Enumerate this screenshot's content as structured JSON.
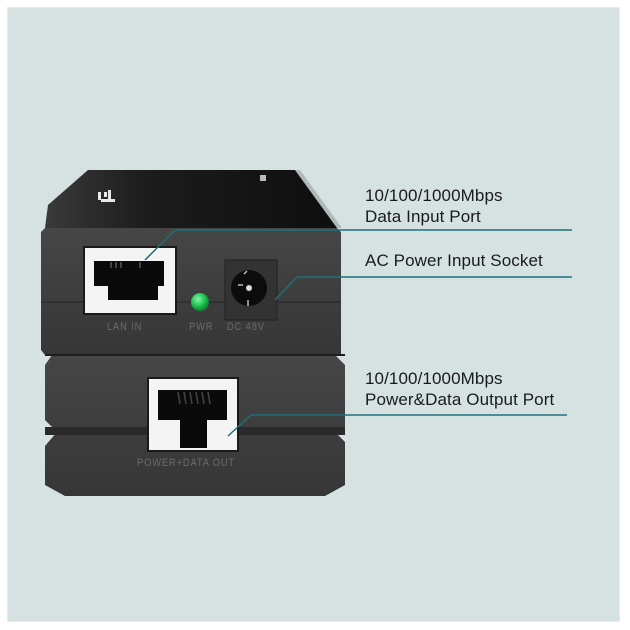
{
  "colors": {
    "background": "#d6e2e2",
    "border": "#ffffff",
    "device_top": "#141414",
    "device_front": "#3a3a3a",
    "callout_line": "#1f6f7a",
    "led_green": "#2ad35c",
    "text": "#1a1a1a",
    "silkscreen": "#6a6a6a"
  },
  "device": {
    "brand_logo": "tp-link-logo",
    "top_unit": {
      "ports": [
        {
          "silkscreen": "LAN  IN",
          "icon": "rj45-port-icon"
        },
        {
          "silkscreen": "PWR",
          "icon": "led-indicator-icon"
        },
        {
          "silkscreen": "DC  48V",
          "icon": "dc-power-jack-icon"
        }
      ]
    },
    "bottom_unit": {
      "ports": [
        {
          "silkscreen": "POWER+DATA  OUT",
          "icon": "rj45-port-icon"
        }
      ]
    }
  },
  "callouts": [
    {
      "line1": "10/100/1000Mbps",
      "line2": "Data Input Port"
    },
    {
      "line1": "AC Power Input Socket"
    },
    {
      "line1": "10/100/1000Mbps",
      "line2": "Power&Data Output Port"
    }
  ]
}
